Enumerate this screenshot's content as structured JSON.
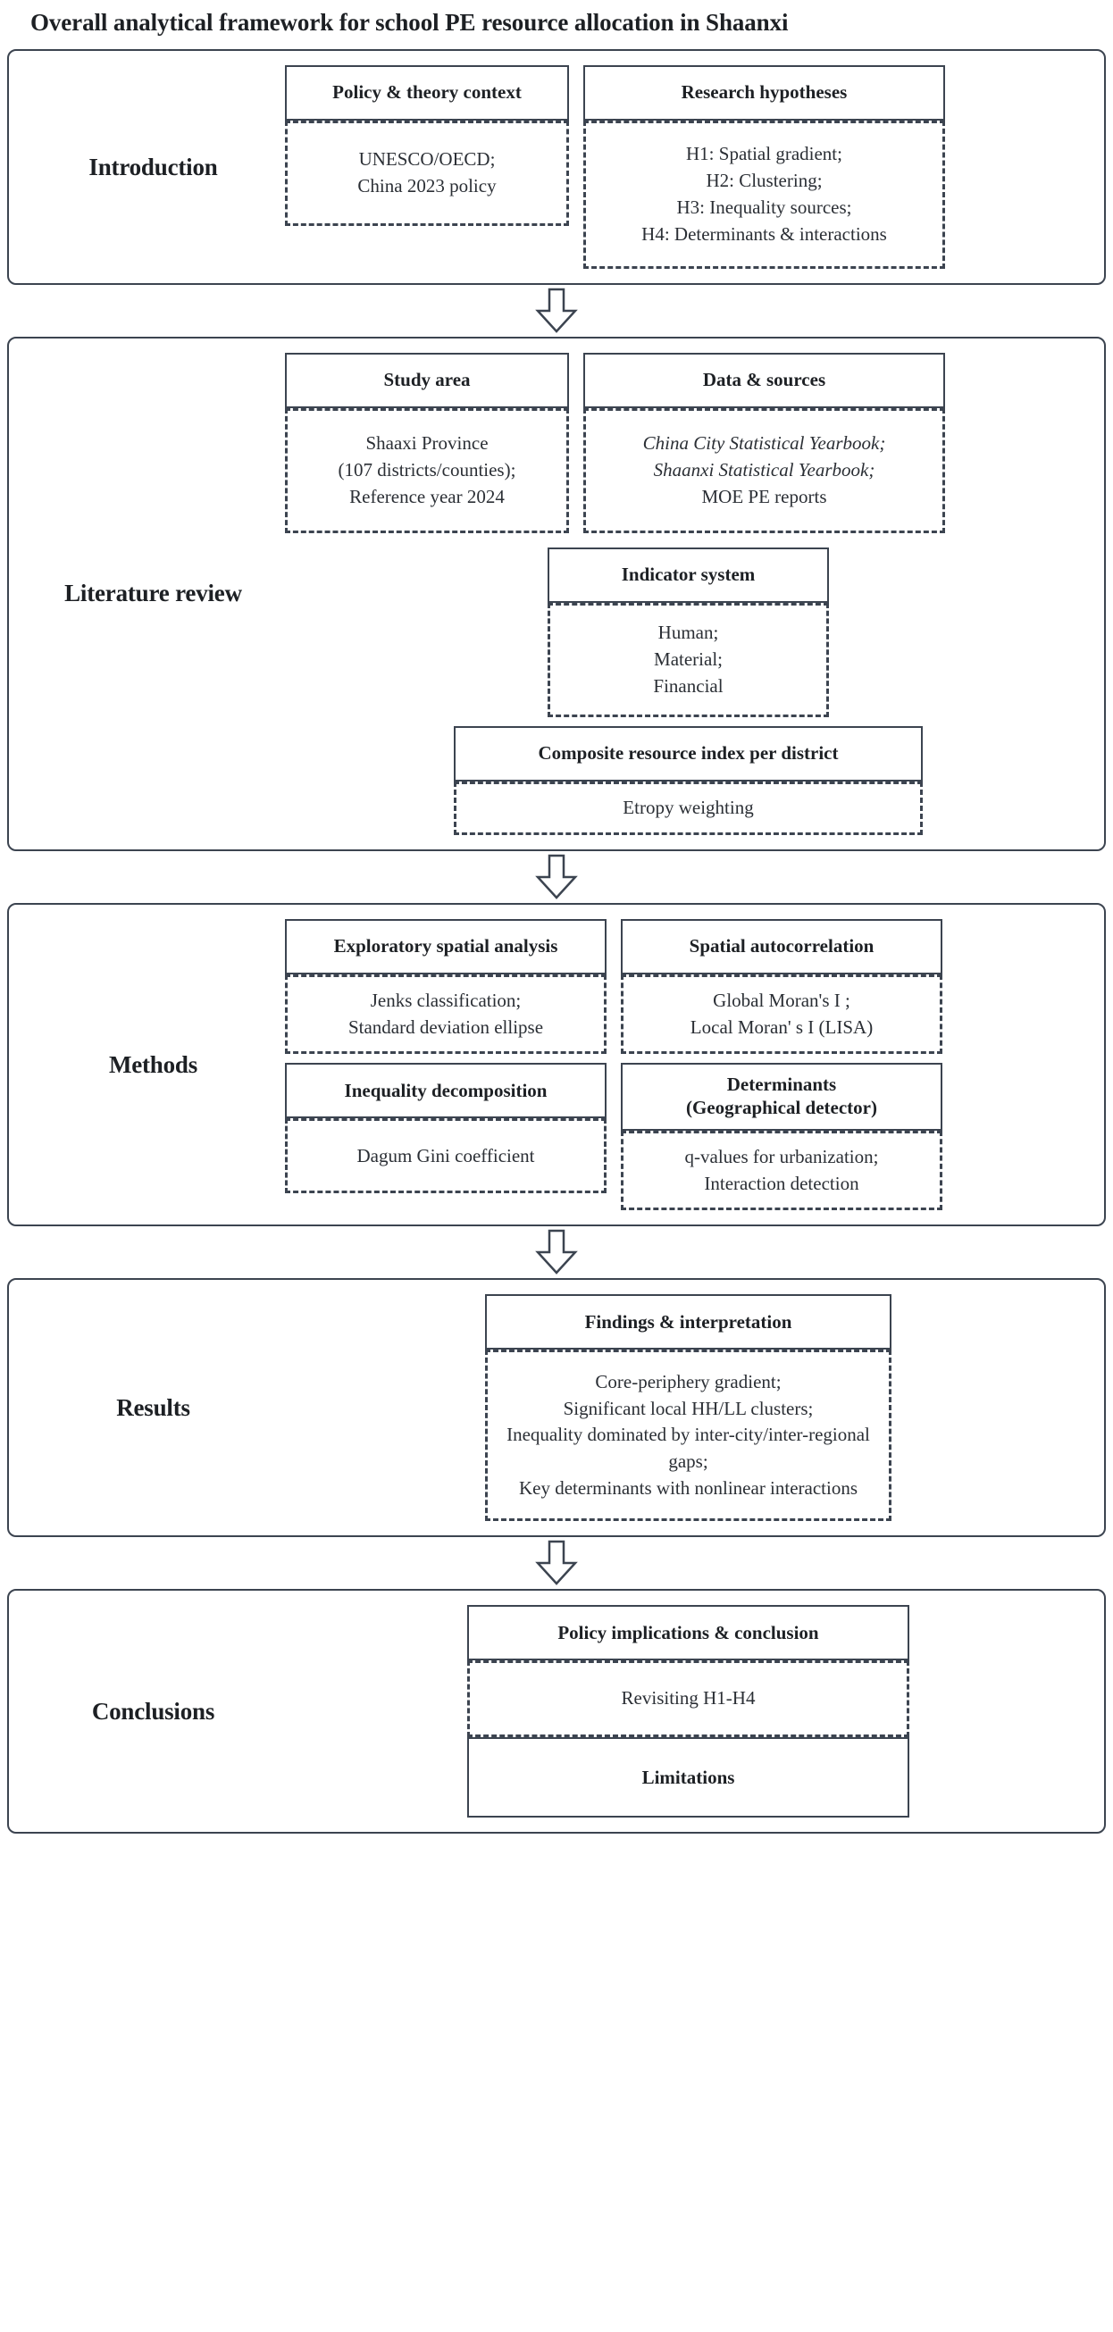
{
  "figure": {
    "title": "Overall analytical framework for school PE resource allocation in Shaanxi"
  },
  "colors": {
    "stroke": "#3c4450",
    "text": "#1d2024",
    "background": "#ffffff"
  },
  "sections": [
    {
      "id": "introduction",
      "label": "Introduction",
      "boxes": {
        "policy_title": "Policy & theory context",
        "policy_detail": [
          "UNESCO/OECD;",
          "China 2023 policy"
        ],
        "hypotheses_title": "Research hypotheses",
        "hypotheses_detail": [
          "H1: Spatial gradient;",
          "H2: Clustering;",
          "H3: Inequality sources;",
          "H4: Determinants & interactions"
        ]
      }
    },
    {
      "id": "literature-review",
      "label": "Literature review",
      "boxes": {
        "study_area_title": "Study area",
        "study_area_detail": [
          "Shaaxi Province",
          "(107 districts/counties);",
          "Reference year 2024"
        ],
        "data_sources_title": "Data & sources",
        "data_sources_detail": [
          "China City Statistical Yearbook;",
          "Shaanxi Statistical Yearbook;",
          "MOE PE reports"
        ],
        "indicator_title": "Indicator system",
        "indicator_detail": [
          "Human;",
          "Material;",
          "Financial"
        ],
        "composite_title": "Composite resource index per district",
        "composite_detail": [
          "Etropy weighting"
        ]
      }
    },
    {
      "id": "methods",
      "label": "Methods",
      "boxes": {
        "esa_title": "Exploratory spatial analysis",
        "esa_detail": [
          "Jenks classification;",
          "Standard deviation ellipse"
        ],
        "autocorr_title": "Spatial autocorrelation",
        "autocorr_detail": [
          "Global Moran's I ;",
          "Local Moran' s I (LISA)"
        ],
        "inequality_title": "Inequality decomposition",
        "inequality_detail": [
          "Dagum Gini coefficient"
        ],
        "determinants_title": [
          "Determinants",
          "(Geographical detector)"
        ],
        "determinants_detail": [
          "q-values for urbanization;",
          "Interaction detection"
        ]
      }
    },
    {
      "id": "results",
      "label": "Results",
      "boxes": {
        "findings_title": "Findings & interpretation",
        "findings_detail": [
          "Core-periphery gradient;",
          "Significant local HH/LL clusters;",
          "Inequality dominated by inter-city/inter-regional gaps;",
          "Key determinants with nonlinear interactions"
        ]
      }
    },
    {
      "id": "conclusions",
      "label": "Conclusions",
      "boxes": {
        "policy_title": "Policy implications & conclusion",
        "policy_detail": [
          "Revisiting H1-H4"
        ],
        "limitations_title": "Limitations"
      }
    }
  ],
  "connectors": [
    {
      "name": "arrow-intro-to-literature",
      "direction": "down"
    },
    {
      "name": "arrow-literature-to-methods",
      "direction": "down"
    },
    {
      "name": "arrow-methods-to-results",
      "direction": "down"
    },
    {
      "name": "arrow-results-to-conclusions",
      "direction": "down"
    }
  ]
}
